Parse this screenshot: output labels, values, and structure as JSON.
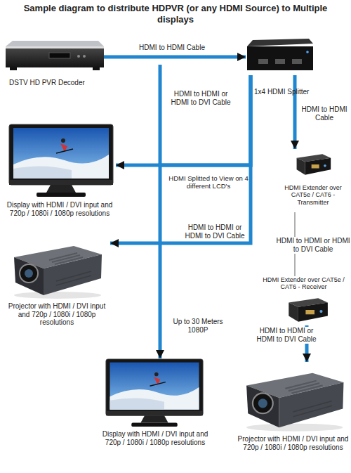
{
  "diagram": {
    "title": "Sample diagram to distribute HDPVR (or any HDMI Source) to Multiple displays",
    "nodes": [
      {
        "text": [
          "DSTV HD PVR Decoder"
        ]
      },
      {
        "text": [
          "1x4 HDMI Splitter"
        ]
      },
      {
        "text": [
          "Display with HDMI / DVI input and 720p / 1080i / 1080p resolutions"
        ]
      },
      {
        "text": [
          "HDMI Extender over CAT5e / CAT6 - Transmitter"
        ]
      },
      {
        "text": [
          "Projector with HDMI / DVI input and 720p / 1080i / 1080p resolutions"
        ]
      },
      {
        "text": [
          "HDMI Extender over CAT5e / CAT6 - Receiver"
        ]
      },
      {
        "text": [
          "Display with HDMI / DVI input and 720p / 1080i / 1080p resolutions"
        ]
      },
      {
        "text": [
          "Projector with HDMI / DVI input and 720p / 1080i / 1080p resolutions"
        ]
      }
    ],
    "edges": [
      {
        "from": 0,
        "to": 1,
        "arrow": "to",
        "label": "HDMI to HDMI Cable"
      },
      {
        "from": 1,
        "to": 2,
        "arrow": "to",
        "label": "HDMI to HDMI or HDMI to DVI Cable"
      },
      {
        "from": 1,
        "to": 3,
        "arrow": "to",
        "label": "HDMI to HDMI Cable"
      },
      {
        "from": 1,
        "to": 4,
        "arrow": "to",
        "label": "HDMI to HDMI or HDMI to DVI Cable"
      },
      {
        "from": 3,
        "to": 5,
        "arrow": "none",
        "label": "Up to 30 Meters 1080P"
      },
      {
        "from": 1,
        "to": 6,
        "arrow": "to",
        "label": "HDMI to HDMI or HDMI to DVI Cable"
      },
      {
        "from": 5,
        "to": 7,
        "arrow": "to",
        "label": "HDMI to HDMI or HDMI to DVI Cable"
      }
    ],
    "labels": [
      "HDMI Splitted to View on 4 different LCD's"
    ]
  }
}
